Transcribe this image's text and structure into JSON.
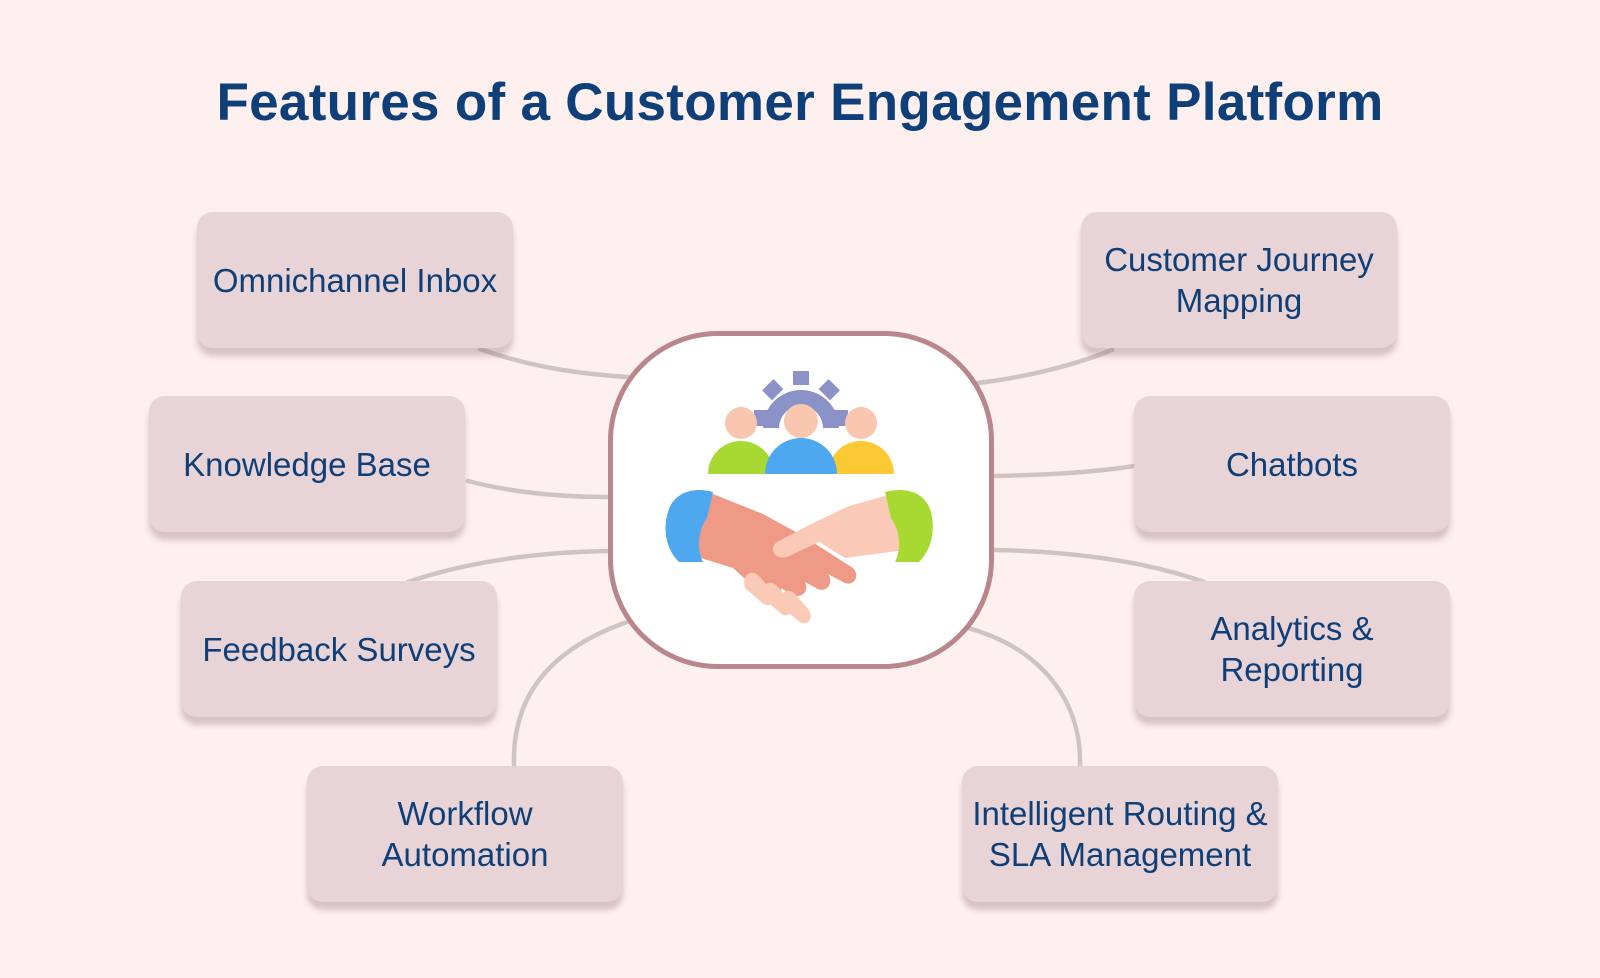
{
  "title": "Features of a Customer Engagement Platform",
  "features": {
    "omnichannel": "Omnichannel Inbox",
    "knowledge": "Knowledge Base",
    "feedback": "Feedback Surveys",
    "workflow": "Workflow Automation",
    "journey": "Customer Journey Mapping",
    "chatbots": "Chatbots",
    "analytics": "Analytics & Reporting",
    "routing": "Intelligent Routing & SLA Management"
  },
  "center_icon": "team-handshake-gear-icon",
  "colors": {
    "background": "#fdf0ef",
    "title": "#0e3f78",
    "box": "#e8d4d6",
    "hub_border": "#b9868c",
    "connector": "#cfc4c4"
  }
}
